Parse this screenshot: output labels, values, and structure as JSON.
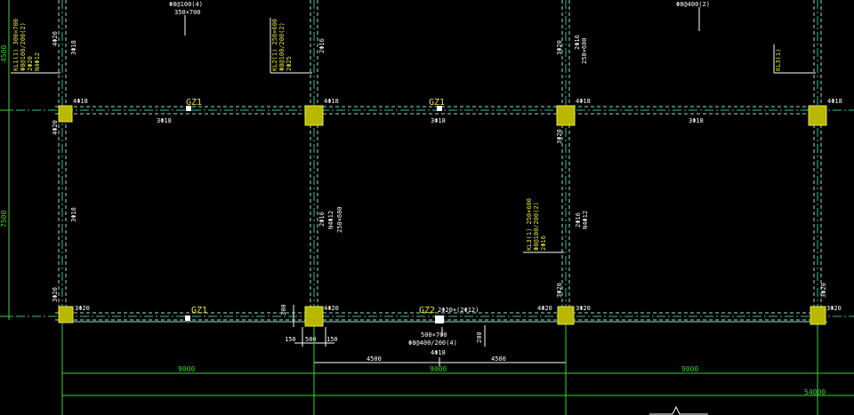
{
  "colors": {
    "background": "#000000",
    "grid": "#2fbf8f",
    "beam": "#9fd7d7",
    "column": "#c8c800",
    "column_edge": "#e6e640",
    "text_white": "#ffffff",
    "text_yellow": "#e6e640",
    "dim_green": "#3cd23c"
  },
  "gz_labels": [
    "GZ1",
    "GZ1",
    "GZ1",
    "GZ2"
  ],
  "top_texts": [
    "Φ8@100(4)",
    "350×700",
    "Φ8@400(2)"
  ],
  "rebar_corners": {
    "c1": "4Φ18",
    "c2": "4Φ18",
    "c3": "4Φ18",
    "c4": "4Φ18",
    "b1": "3Φ20",
    "b2": "4Φ20",
    "b3": "4Φ20",
    "b3r": "3Φ20",
    "b4": "3Φ20"
  },
  "span_rebar": [
    "3Φ18",
    "3Φ18",
    "3Φ18"
  ],
  "left_col_texts": [
    "4Φ20",
    "3Φ18",
    "3Φ18",
    "3Φ20",
    "4Φ20"
  ],
  "beam_tags": {
    "kl1": [
      "KL1(1) 300×700",
      "Φ8@100/200(2)",
      "2Φ20",
      "N4Φ12"
    ],
    "kl2": [
      "KL2(1) 250×600",
      "Φ8@100/200(2)",
      "2Φ25"
    ],
    "kl3_top": "KL3(1)",
    "kl3": [
      "KL3(1) 250×600",
      "Φ8@100/200(2)",
      "2Φ16"
    ]
  },
  "mid_vertical_texts": [
    "2Φ16",
    "N4Φ12",
    "250×600"
  ],
  "right_vertical_texts": [
    "2Φ16",
    "N4Φ12"
  ],
  "top_small_vertical": [
    "3Φ20",
    "2Φ16",
    "250×600"
  ],
  "bottom_beam": {
    "main": "2Φ20+(2Φ12)",
    "size": "500×700",
    "stirrup": "Φ8@400/200(4)",
    "bottom": "4Φ18",
    "side": "200"
  },
  "dims": {
    "d150a": "150",
    "d500": "500",
    "d150b": "150",
    "half_a": "4500",
    "half_b": "4500",
    "span1": "9000",
    "span2": "9000",
    "span3": "9000",
    "total": "54000",
    "left_top": "4500",
    "left_mid": "7500",
    "col_h": "300"
  }
}
